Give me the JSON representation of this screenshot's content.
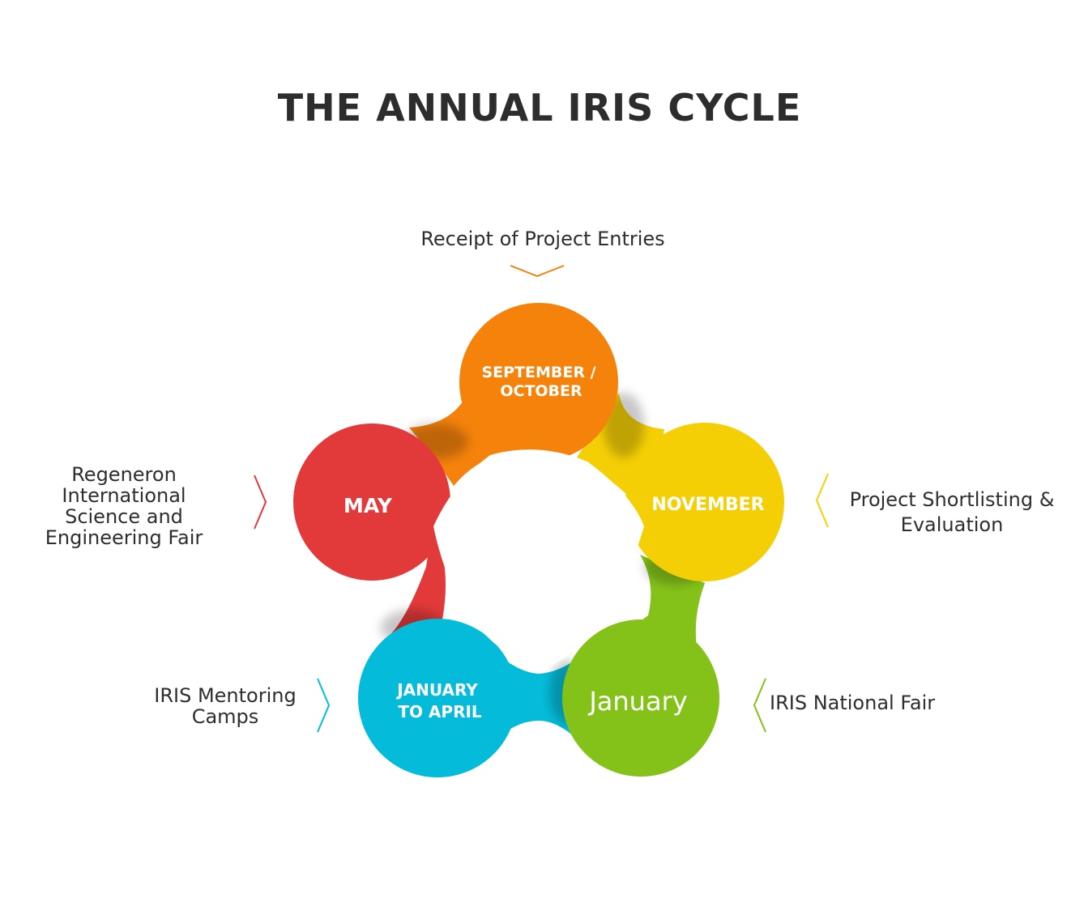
{
  "title": "THE ANNUAL IRIS CYCLE",
  "colors": {
    "orange": "#f5820b",
    "yellow": "#f5cf05",
    "green": "#84c21a",
    "blue": "#04bcd9",
    "red": "#e2393a",
    "text": "#2e2e2e"
  },
  "stages": [
    {
      "id": "top",
      "period_lines": [
        "SEPTEMBER /",
        "OCTOBER"
      ],
      "description": "Receipt of Project Entries",
      "color": "#f5820b",
      "chevron_icon": "chevron-down-icon"
    },
    {
      "id": "right",
      "period_lines": [
        "NOVEMBER"
      ],
      "description_lines": [
        "Project Shortlisting &",
        "Evaluation"
      ],
      "color": "#f5cf05",
      "chevron_icon": "chevron-left-icon"
    },
    {
      "id": "bottom-right",
      "period_lines": [
        "January"
      ],
      "description": "IRIS National Fair",
      "color": "#84c21a",
      "chevron_icon": "chevron-left-icon"
    },
    {
      "id": "bottom-left",
      "period_lines": [
        "JANUARY",
        "TO APRIL"
      ],
      "description_lines": [
        "IRIS Mentoring",
        "Camps"
      ],
      "color": "#04bcd9",
      "chevron_icon": "chevron-right-icon"
    },
    {
      "id": "left",
      "period_lines": [
        "MAY"
      ],
      "description_lines": [
        "Regeneron International",
        "Science and",
        "Engineering Fair"
      ],
      "color": "#e2393a",
      "chevron_icon": "chevron-right-icon"
    }
  ]
}
